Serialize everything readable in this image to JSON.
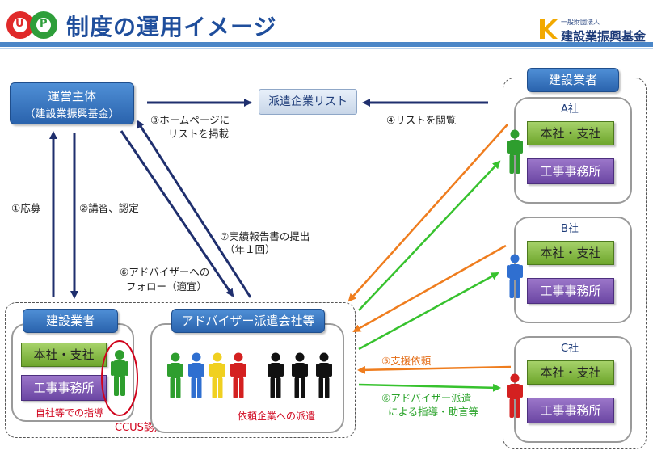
{
  "header": {
    "logo_letters": [
      "U",
      "P"
    ],
    "title": "制度の運用イメージ",
    "org_small": "一般財団法人",
    "org_name": "建設業振興基金"
  },
  "operator": {
    "line1": "運営主体",
    "line2": "（建設業振興基金）"
  },
  "dispatch_list": "派遣企業リスト",
  "steps": {
    "s1": "①応募",
    "s2": "②講習、認定",
    "s3_l1": "③ホームページに",
    "s3_l2": "リストを掲載",
    "s4": "④リストを閲覧",
    "s5": "⑤支援依頼",
    "s6a_l1": "⑥アドバイザーへの",
    "s6a_l2": "フォロー（適宜）",
    "s6b_l1": "⑥アドバイザー派遣",
    "s6b_l2": "による指導・助言等",
    "s7_l1": "⑦実績報告書の提出",
    "s7_l2": "（年１回）"
  },
  "left_group": {
    "title": "建設業者",
    "hq": "本社・支社",
    "site": "工事事務所",
    "caption": "自社等での指導"
  },
  "dispatcher_group": {
    "title": "アドバイザー派遣会社等",
    "caption": "依頼企業への派遣"
  },
  "ccus_label": "CCUS認定アドバイザー",
  "right_group": {
    "title": "建設業者",
    "companies": [
      {
        "name": "A社",
        "hq": "本社・支社",
        "site": "工事事務所",
        "person_color": "#2e9e2e"
      },
      {
        "name": "B社",
        "hq": "本社・支社",
        "site": "工事事務所",
        "person_color": "#2f6fd0"
      },
      {
        "name": "C社",
        "hq": "本社・支社",
        "site": "工事事務所",
        "person_color": "#d42020"
      }
    ]
  },
  "colors": {
    "navy_arrow": "#1f2f6e",
    "orange_arrow": "#ef7d1e",
    "green_arrow": "#37c22e",
    "red_circle": "#d0021b"
  },
  "advisor_people_colors": [
    "#2e9e2e",
    "#2f6fd0",
    "#f0d020",
    "#d42020",
    "#111111",
    "#111111",
    "#111111"
  ]
}
